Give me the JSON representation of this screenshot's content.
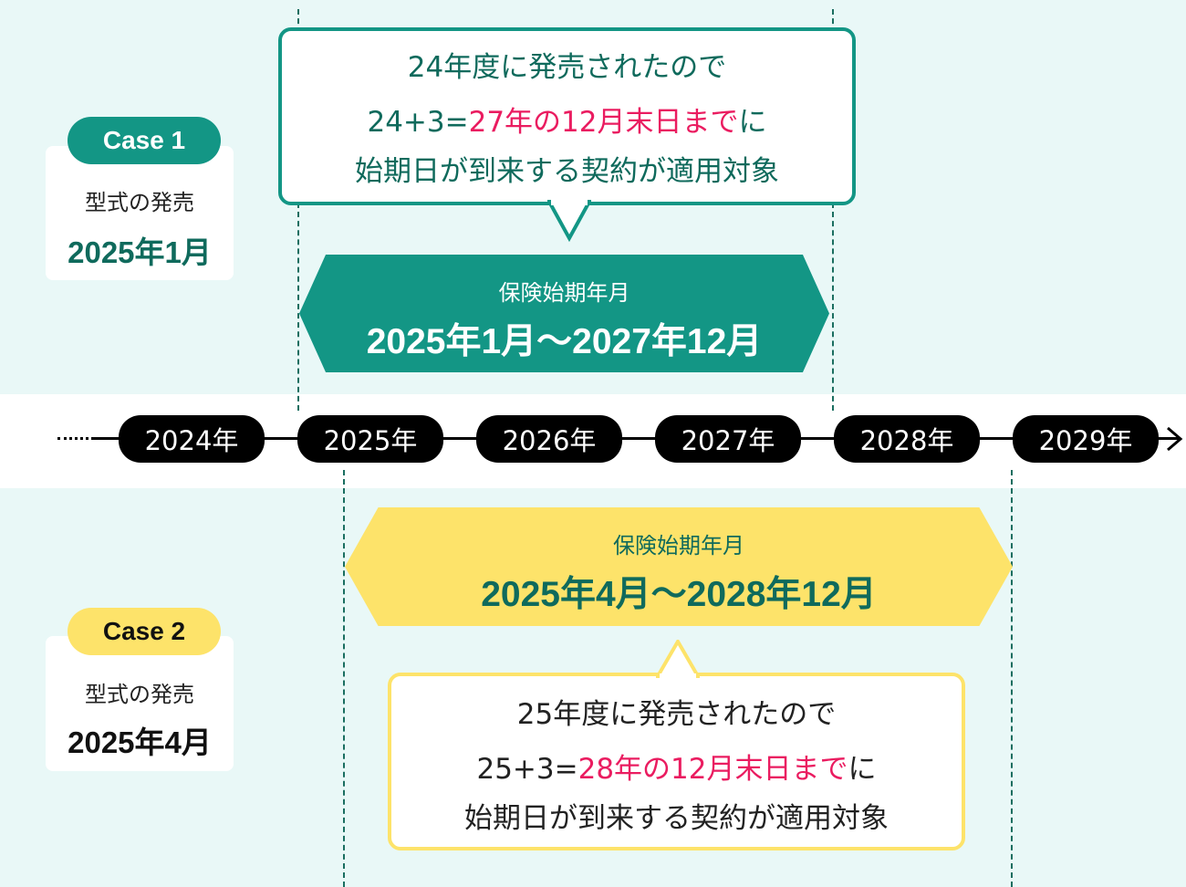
{
  "colors": {
    "teal": "#139685",
    "dark_teal": "#0f6a5c",
    "pink": "#ea1c60",
    "yellow": "#fde36a",
    "bg": "#e9f8f7"
  },
  "case1": {
    "badge": "Case 1",
    "label": "型式の発売",
    "date": "2025年1月",
    "bubble": {
      "line1": "24年度に発売されたので",
      "line2_prefix": "24+3=",
      "line2_highlight": "27年の12月末日まで",
      "line2_suffix": "に",
      "line3": "始期日が到来する契約が適用対象"
    },
    "period": {
      "label": "保険始期年月",
      "range": "2025年1月〜2027年12月"
    }
  },
  "case2": {
    "badge": "Case 2",
    "label": "型式の発売",
    "date": "2025年4月",
    "bubble": {
      "line1": "25年度に発売されたので",
      "line2_prefix": "25+3=",
      "line2_highlight": "28年の12月末日まで",
      "line2_suffix": "に",
      "line3": "始期日が到来する契約が適用対象"
    },
    "period": {
      "label": "保険始期年月",
      "range": "2025年4月〜2028年12月"
    }
  },
  "timeline": {
    "years": [
      "2024年",
      "2025年",
      "2026年",
      "2027年",
      "2028年",
      "2029年"
    ]
  }
}
